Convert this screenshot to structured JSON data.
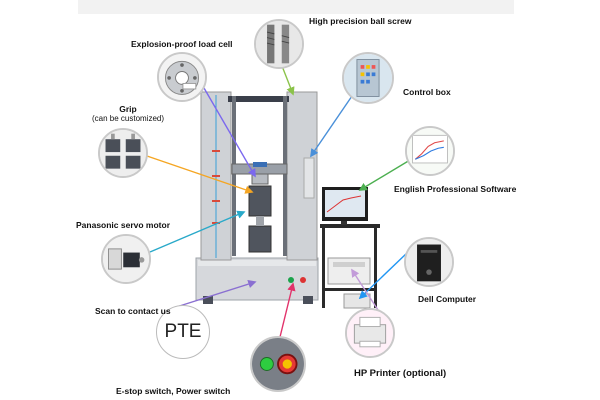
{
  "labels": {
    "ball_screw": "High precision ball screw",
    "load_cell": "Explosion-proof load cell",
    "control_box": "Control box",
    "grip": "Grip",
    "grip_note": "(can be customized)",
    "software": "English Professional Software",
    "servo_motor": "Panasonic servo motor",
    "dell": "Dell Computer",
    "scan": "Scan to contact us",
    "logo_text": "PTE",
    "printer": "HP Printer (optional)",
    "switch": "E-stop switch, Power switch"
  },
  "colors": {
    "ball_screw": "#8bc34a",
    "load_cell": "#7b68ee",
    "control_box": "#4a90d9",
    "grip": "#f5a623",
    "software": "#4caf50",
    "servo_motor": "#29a9c9",
    "dell": "#2196f3",
    "scan": "#8a6fd1",
    "printer": "#c29bd9",
    "switch": "#e2336b"
  }
}
